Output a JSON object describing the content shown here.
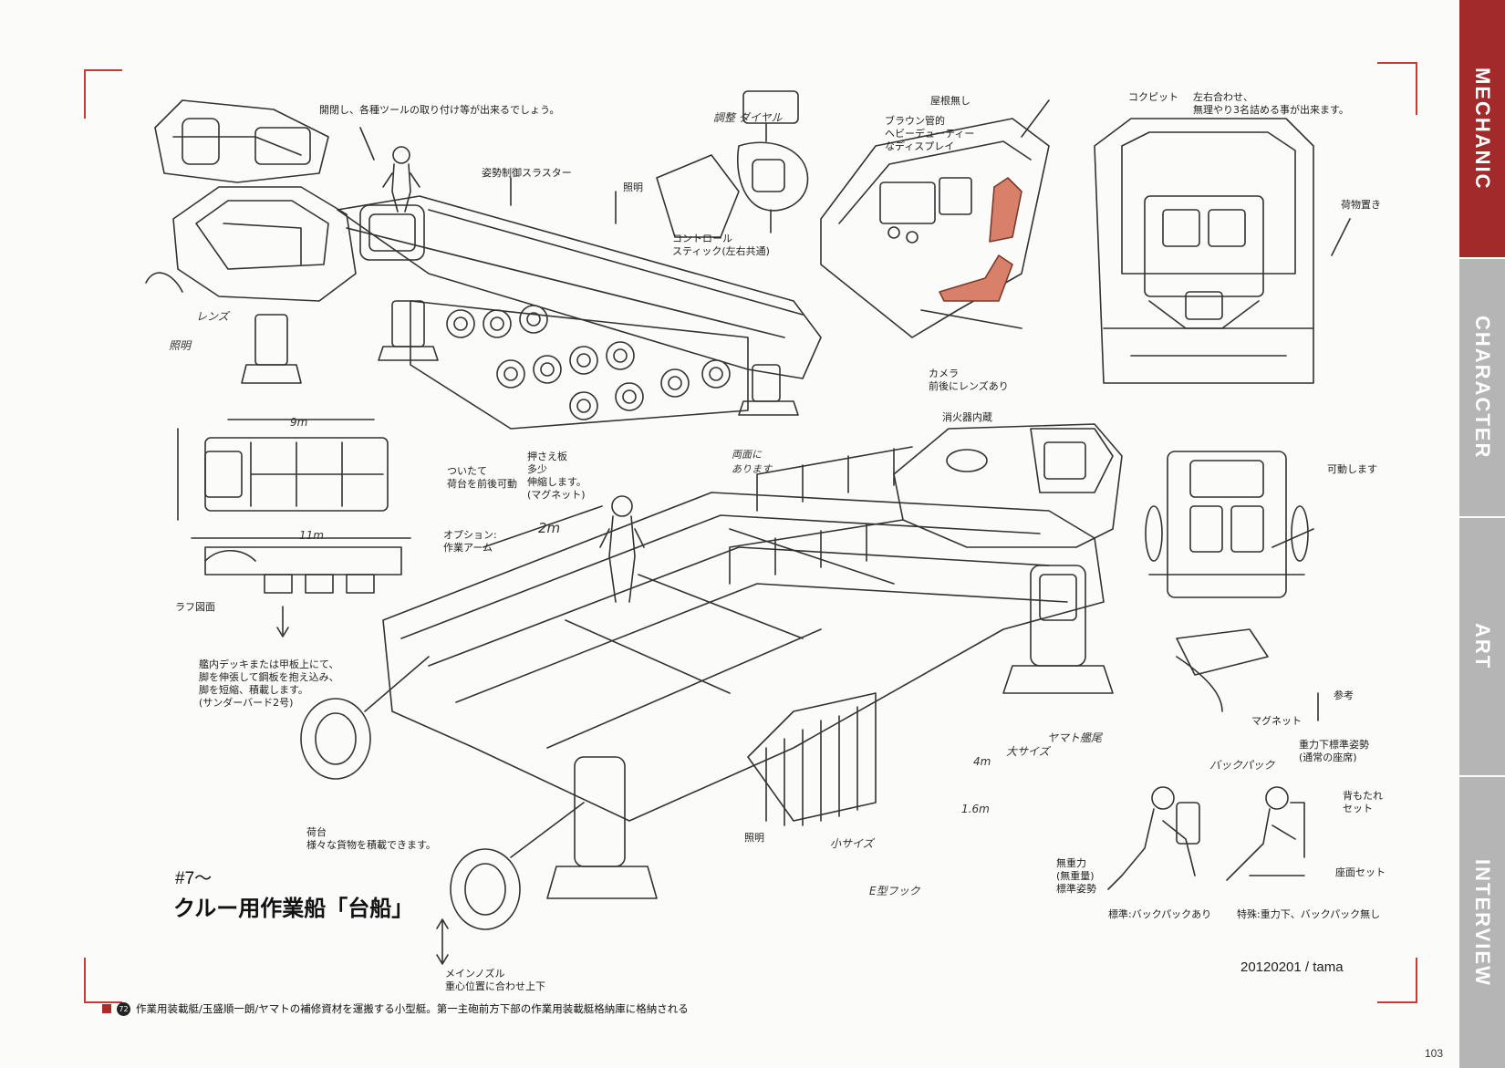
{
  "side_tabs": [
    "MECHANIC",
    "CHARACTER",
    "ART",
    "INTERVIEW"
  ],
  "active_tab": "MECHANIC",
  "colors": {
    "accent": "#a22a2a",
    "tab_inactive": "#b5b5b5",
    "seat_highlight": "#d9806a"
  },
  "labels": {
    "open_tools": "開閉し、各種ツールの取り付け等が出来るでしょう。",
    "thruster": "姿勢制御スラスター",
    "lighting_top": "照明",
    "lens_hand": "レンズ",
    "lighting_hand": "照明",
    "roof_none": "屋根無し",
    "brown_tube": "ブラウン管的\nヘビーデューティー\nなディスプレイ",
    "cockpit": "コクピット",
    "cockpit_note": "左右合わせ、\n無理やり3名詰める事が出来ます。",
    "cargo_place": "荷物置き",
    "control_stick": "コントロール\nスティック(左右共通)",
    "dial": "調整\nダイヤル",
    "camera": "カメラ\n前後にレンズあり",
    "extinguisher": "消火器内蔵",
    "press_plate": "押さえ板\n多少\n伸縮します。\n(マグネット)",
    "attached": "ついたて\n荷台を前後可動",
    "both_sides": "両面に\nあります",
    "option_arm": "オプション:\n作業アーム",
    "rough": "ラフ図面",
    "deck_note": "艦内デッキまたは甲板上にて、\n脚を伸張して鋼板を抱え込み、\n脚を短縮、積載します。\n(サンダーバード2号)",
    "movable": "可動します",
    "reference": "参考",
    "magnet": "マグネット",
    "gravity_pose": "重力下標準姿勢\n(通常の座席)",
    "backpack": "バックパック",
    "back_set": "背もたれ\nセット",
    "zero_g": "無重力\n(無重量)\n標準姿勢",
    "seat_set": "座面セット",
    "std_backpack": "標準:バックパックあり",
    "special": "特殊:重力下、バックパック無し",
    "cargo_bed": "荷台\n様々な貨物を積載できます。",
    "lighting_bottom": "照明",
    "main_nozzle": "メインノズル\n重心位置に合わせ上下",
    "big_size": "大サイズ",
    "yamato": "ヤマト艦尾",
    "small_size": "小サイズ",
    "e_hook": "E型フック",
    "dim_2m": "2m",
    "dim_9m": "9m",
    "dim_11m": "11m",
    "dim_4m": "4m",
    "dim_16m": "1.6m"
  },
  "episode": "#7〜",
  "title": "クルー用作業船「台船」",
  "signature": "20120201 / tama",
  "caption": {
    "number": "72",
    "text": "作業用装載艇/玉盛順一朗/ヤマトの補修資材を運搬する小型艇。第一主砲前方下部の作業用装載艇格納庫に格納される"
  },
  "page_number": "103"
}
